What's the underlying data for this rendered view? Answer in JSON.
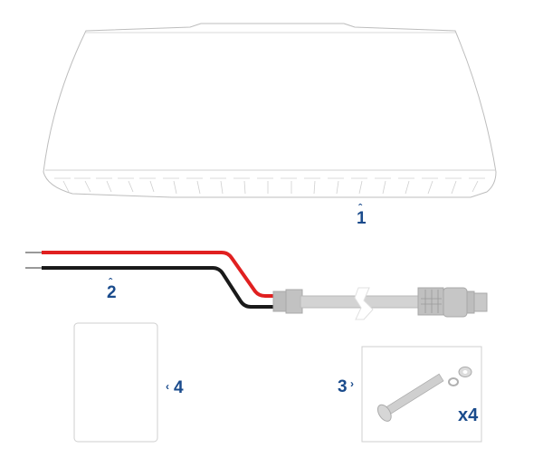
{
  "figure": {
    "type": "kit-contents-diagram",
    "accent_color": "#1a4b8c",
    "items": [
      {
        "id": 1,
        "label": "1",
        "part": "radome-antenna",
        "pointer": "up"
      },
      {
        "id": 2,
        "label": "2",
        "part": "power-cable",
        "pointer": "up",
        "wire_colors": [
          "#e02020",
          "#1a1a1a"
        ]
      },
      {
        "id": 3,
        "label": "3",
        "part": "mounting-bolts-with-washers",
        "pointer": "right",
        "quantity_label": "x4"
      },
      {
        "id": 4,
        "label": "4",
        "part": "documentation",
        "pointer": "left"
      }
    ]
  }
}
